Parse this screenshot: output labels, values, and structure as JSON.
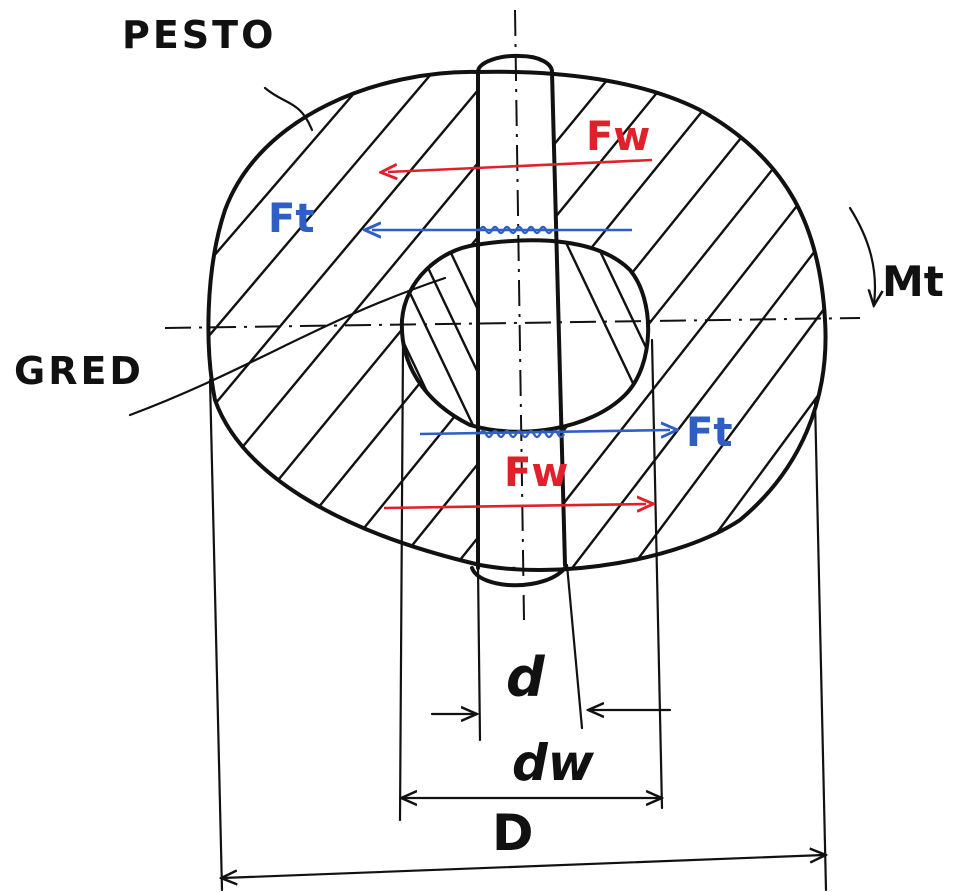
{
  "labels": {
    "pin": "PESTO",
    "shaft": "GRED",
    "torque": "Mt",
    "force_w_top": "Fw",
    "force_t_top": "Ft",
    "force_t_bottom": "Ft",
    "force_w_bottom": "Fw",
    "dim_pin": "d",
    "dim_hub": "dw",
    "dim_outer": "D"
  },
  "colors": {
    "ink": "#111111",
    "force_w": "#e0202a",
    "force_t": "#2f5fc4",
    "background": "#ffffff"
  }
}
